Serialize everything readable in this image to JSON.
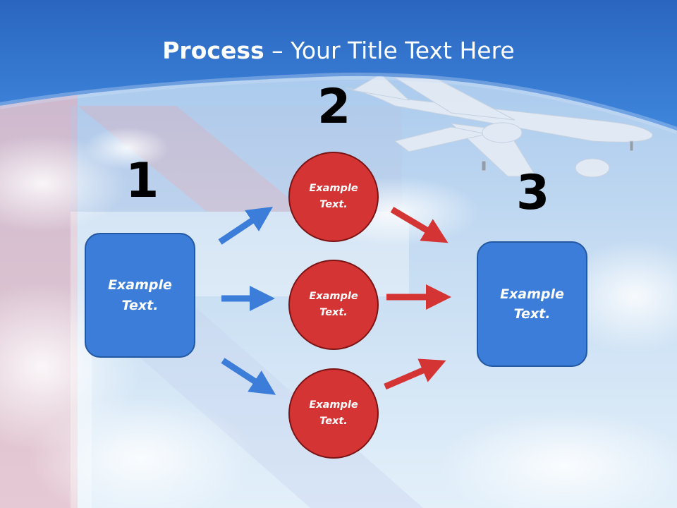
{
  "slide": {
    "title_bold": "Process",
    "title_rest": " – Your Title Text Here",
    "steps": [
      {
        "number": "1"
      },
      {
        "number": "2"
      },
      {
        "number": "3"
      }
    ],
    "box_left": {
      "text": "Example\nText."
    },
    "box_right": {
      "text": "Example\nText."
    },
    "circles": [
      {
        "text": "Example\nText."
      },
      {
        "text": "Example\nText."
      },
      {
        "text": "Example\nText."
      }
    ]
  },
  "colors": {
    "blue_accent": "#3b7dd8",
    "red_accent": "#d43434",
    "header_blue": "#2f6fc4"
  },
  "icons": {
    "background": "airplane-sky-flag-illustration",
    "arrows": "arrow-right-icon"
  }
}
